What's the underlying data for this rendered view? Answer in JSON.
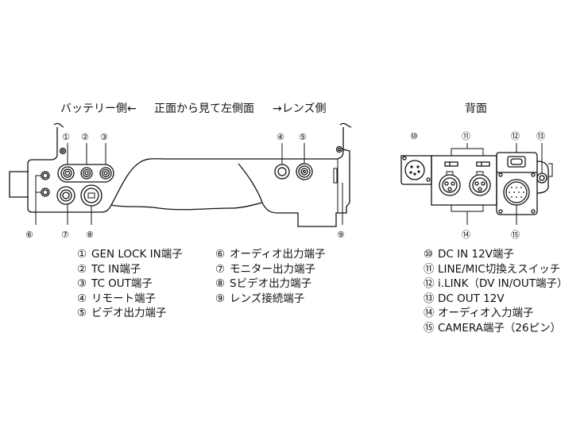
{
  "side_view": {
    "title_left": "バッテリー側←",
    "title_center": "正面から見て左側面",
    "title_right": "→レンズ側",
    "callouts": [
      "①",
      "②",
      "③",
      "④",
      "⑤",
      "⑥",
      "⑦",
      "⑧",
      "⑨"
    ]
  },
  "rear_view": {
    "title": "背面",
    "callouts": [
      "⑩",
      "⑪",
      "⑫",
      "⑬",
      "⑭",
      "⑮"
    ]
  },
  "legend_side_col1": [
    {
      "marker": "①",
      "label": "GEN LOCK IN端子"
    },
    {
      "marker": "②",
      "label": "TC IN端子"
    },
    {
      "marker": "③",
      "label": "TC OUT端子"
    },
    {
      "marker": "④",
      "label": "リモート端子"
    },
    {
      "marker": "⑤",
      "label": "ビデオ出力端子"
    }
  ],
  "legend_side_col2": [
    {
      "marker": "⑥",
      "label": "オーディオ出力端子"
    },
    {
      "marker": "⑦",
      "label": "モニター出力端子"
    },
    {
      "marker": "⑧",
      "label": "Sビデオ出力端子"
    },
    {
      "marker": "⑨",
      "label": "レンズ接続端子"
    }
  ],
  "legend_rear": [
    {
      "marker": "⑩",
      "label": "DC IN 12V端子"
    },
    {
      "marker": "⑪",
      "label": "LINE/MIC切換えスイッチ"
    },
    {
      "marker": "⑫",
      "label": "i.LINK（DV IN/OUT端子）"
    },
    {
      "marker": "⑬",
      "label": "DC OUT 12V"
    },
    {
      "marker": "⑭",
      "label": "オーディオ入力端子"
    },
    {
      "marker": "⑮",
      "label": "CAMERA端子（26ピン）"
    }
  ]
}
